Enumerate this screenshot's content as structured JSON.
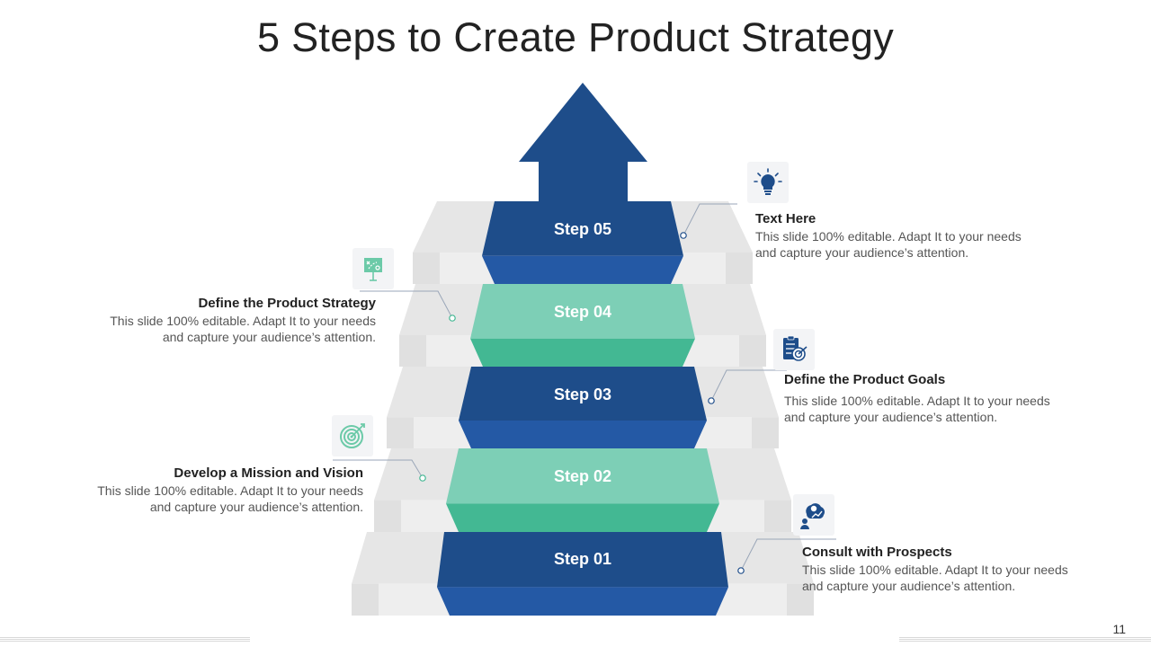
{
  "slide": {
    "title": "5 Steps to Create Product Strategy",
    "page_number": "11"
  },
  "colors": {
    "navy": "#1e4d8a",
    "navy_band": "#2459a5",
    "mint": "#7dcfb6",
    "mint_band": "#43b893",
    "stair_gray": "#e4e4e4"
  },
  "steps": [
    {
      "label": "Step 01",
      "color": "navy"
    },
    {
      "label": "Step 02",
      "color": "mint"
    },
    {
      "label": "Step 03",
      "color": "navy"
    },
    {
      "label": "Step 04",
      "color": "mint"
    },
    {
      "label": "Step 05",
      "color": "navy"
    }
  ],
  "callouts": {
    "step05": {
      "icon": "lightbulb-icon",
      "title": "Text Here",
      "body": "This slide 100% editable. Adapt  It to your needs and capture your audience’s attention."
    },
    "step04": {
      "icon": "strategy-board-icon",
      "title": "Define the Product Strategy",
      "body": "This slide 100% editable. Adapt  It to your needs and capture your audience’s attention."
    },
    "step03": {
      "icon": "checklist-target-icon",
      "title": "Define the Product Goals",
      "body": "This slide 100% editable. Adapt  It to your needs and capture your audience’s attention."
    },
    "step02": {
      "icon": "target-icon",
      "title": "Develop a Mission and Vision",
      "body": "This slide 100% editable. Adapt  It to your needs and capture your audience’s attention."
    },
    "step01": {
      "icon": "consult-prospects-icon",
      "title": "Consult with Prospects",
      "body": "This slide 100% editable. Adapt  It to your needs and capture your audience’s attention."
    }
  }
}
